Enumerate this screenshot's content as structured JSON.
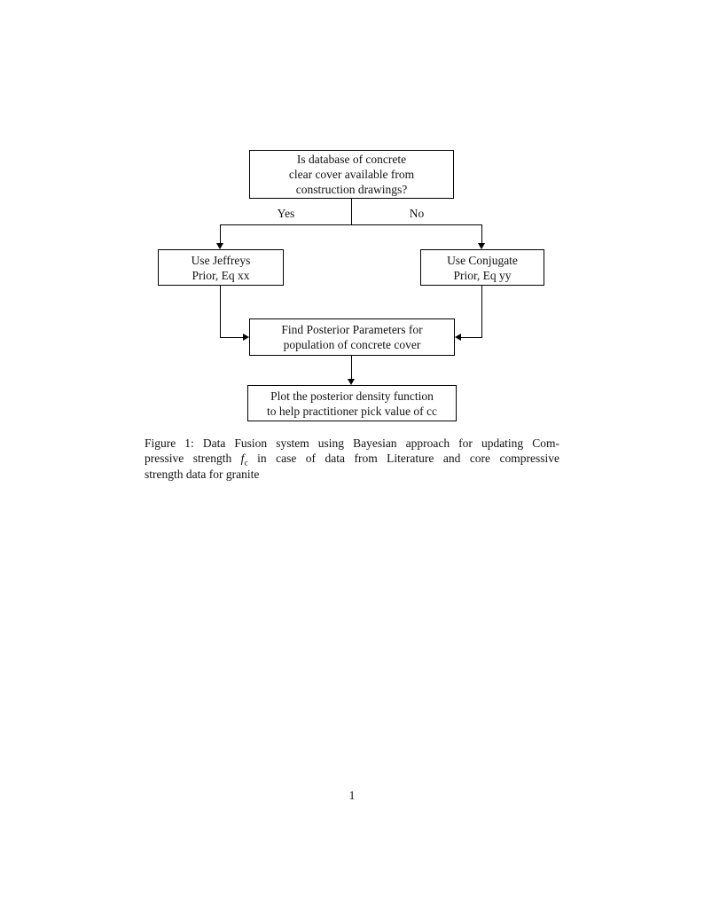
{
  "colors": {
    "ink": "#000000",
    "background": "#ffffff"
  },
  "flowchart": {
    "decision": {
      "lines": [
        "Is database of concrete",
        "clear cover available from",
        "construction drawings?"
      ]
    },
    "yes_label": "Yes",
    "no_label": "No",
    "jeffreys": {
      "lines": [
        "Use Jeffreys",
        "Prior, Eq xx"
      ]
    },
    "conjugate": {
      "lines": [
        "Use Conjugate",
        "Prior, Eq yy"
      ]
    },
    "posterior": {
      "lines": [
        "Find Posterior Parameters for",
        "population of concrete cover"
      ]
    },
    "plot": {
      "lines": [
        "Plot the posterior density function",
        "to help practitioner pick value of cc"
      ]
    }
  },
  "caption": {
    "line1": "Figure 1: Data Fusion system using Bayesian approach for updating Com-",
    "line2_pre": "pressive strength ",
    "math_f": "f",
    "math_sub": "c",
    "line2_post": " in case of data from Literature and core compressive",
    "line3": "strength data for granite"
  },
  "page": {
    "number": "1"
  }
}
